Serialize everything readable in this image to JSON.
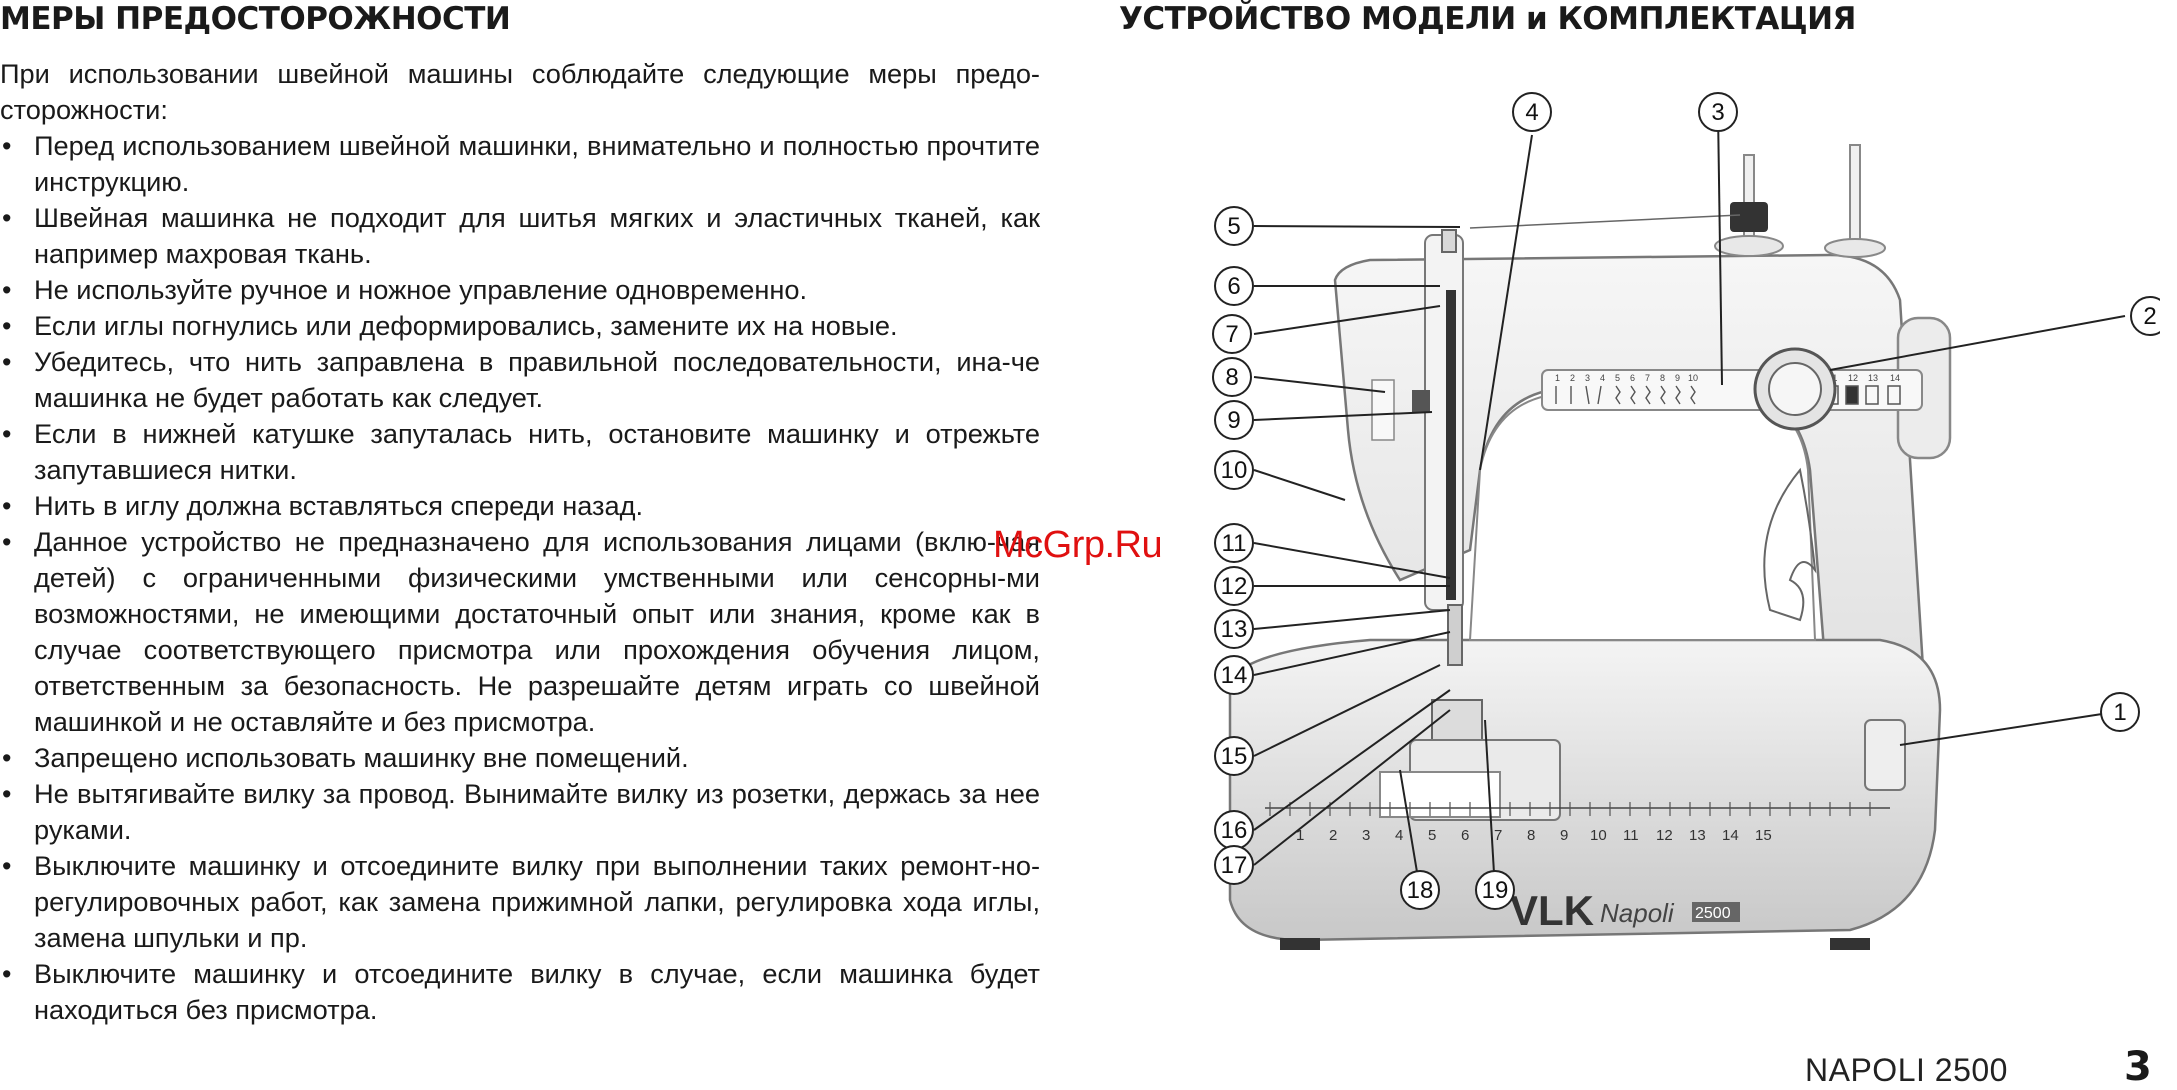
{
  "left": {
    "heading": "МЕРЫ ПРЕДОСТОРОЖНОСТИ",
    "intro": "При использовании швейной машины соблюдайте следующие меры предо-сторожности:",
    "rules": [
      "Перед использованием швейной машинки, внимательно и полностью прочтите инструкцию.",
      "Швейная машинка не подходит для шитья мягких и эластичных тканей, как например махровая ткань.",
      "Не используйте ручное и ножное управление одновременно.",
      "Если иглы погнулись или деформировались, замените их на новые.",
      "Убедитесь, что нить заправлена в правильной последовательности, ина-че машинка не будет работать как следует.",
      "Если в нижней катушке запуталась нить, остановите машинку и отрежьте запутавшиеся нитки.",
      "Нить в иглу должна вставляться спереди назад.",
      "Данное устройство не предназначено для использования лицами (вклю-чая детей) с ограниченными физическими умственными или сенсорны-ми возможностями, не имеющими достаточный опыт или знания, кроме как в случае соответствующего присмотра или прохождения обучения лицом, ответственным за безопасность. Не разрешайте детям играть со швейной машинкой и не оставляйте и без присмотра.",
      "Запрещено использовать машинку вне помещений.",
      "Не вытягивайте вилку за провод. Вынимайте вилку из розетки, держась за нее руками.",
      "Выключите машинку и отсоедините вилку при выполнении таких ремонт-но-регулировочных работ, как замена прижимной лапки, регулировка хода иглы, замена шпульки и пр.",
      "Выключите машинку и отсоедините вилку в случае, если машинка будет находиться без присмотра."
    ],
    "bullet": "•"
  },
  "right": {
    "heading": "УСТРОЙСТВО МОДЕЛИ и КОМПЛЕКТАЦИЯ",
    "callouts": [
      "1",
      "2",
      "3",
      "4",
      "5",
      "6",
      "7",
      "8",
      "9",
      "10",
      "11",
      "12",
      "13",
      "14",
      "15",
      "16",
      "17",
      "18",
      "19"
    ],
    "brand": "VLK",
    "model_script": "Napoli",
    "model_number": "2500",
    "stitch_numbers": [
      "1",
      "2",
      "3",
      "4",
      "5",
      "6",
      "7",
      "8",
      "9",
      "10",
      "11",
      "12",
      "13",
      "14"
    ],
    "ruler_numbers": [
      "1",
      "2",
      "3",
      "4",
      "5",
      "6",
      "7",
      "8",
      "9",
      "10",
      "11",
      "12",
      "13",
      "14",
      "15"
    ]
  },
  "watermark": "McGrp.Ru",
  "footer": {
    "model": "NAPOLI 2500",
    "page": "3"
  }
}
